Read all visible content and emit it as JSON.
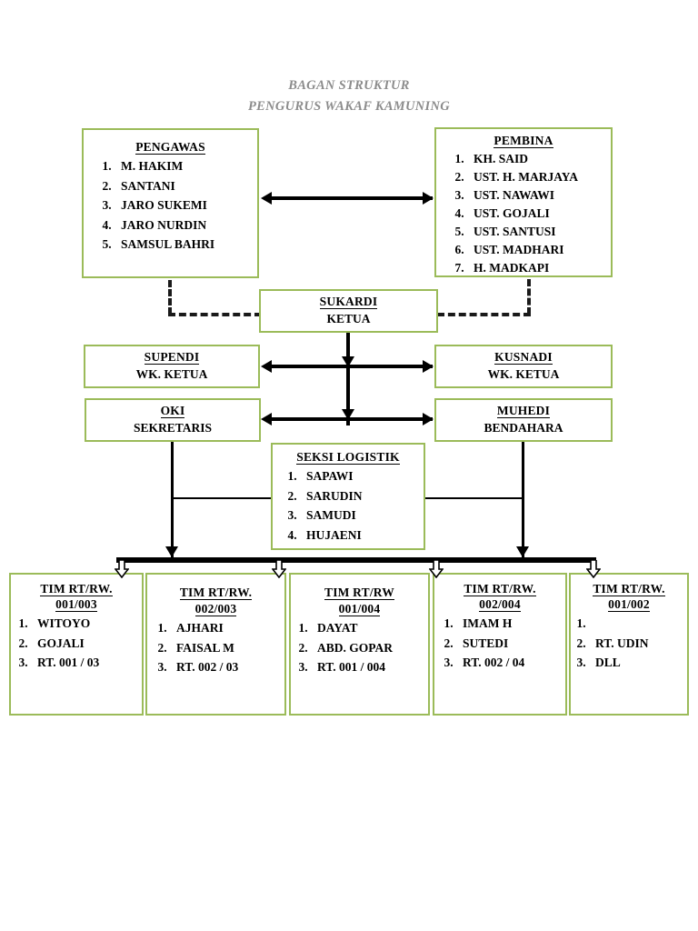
{
  "title": {
    "line1": "BAGAN STRUKTUR",
    "line2": "PENGURUS WAKAF KAMUNING"
  },
  "colors": {
    "box_border": "#9BBB59",
    "title_text": "#8C8C8C",
    "body_text": "#000000",
    "connector": "#000000"
  },
  "boxes": {
    "pengawas": {
      "heading": "PENGAWAS",
      "members": [
        "M. HAKIM",
        "SANTANI",
        "JARO SUKEMI",
        "JARO NURDIN",
        "SAMSUL BAHRI"
      ]
    },
    "pembina": {
      "heading": "PEMBINA",
      "members": [
        "KH. SAID",
        "UST. H. MARJAYA",
        "UST. NAWAWI",
        "UST. GOJALI",
        "UST. SANTUSI",
        "UST. MADHARI",
        "H. MADKAPI"
      ]
    },
    "ketua": {
      "name": "SUKARDI",
      "role": "KETUA"
    },
    "wk_ketua_left": {
      "name": "SUPENDI",
      "role": "WK. KETUA"
    },
    "wk_ketua_right": {
      "name": "KUSNADI",
      "role": "WK. KETUA"
    },
    "sekretaris": {
      "name": "OKI",
      "role": "SEKRETARIS"
    },
    "bendahara": {
      "name": "MUHEDI",
      "role": "BENDAHARA"
    },
    "seksi_logistik": {
      "heading": "SEKSI LOGISTIK",
      "members": [
        "SAPAWI",
        "SARUDIN",
        "SAMUDI",
        "HUJAENI"
      ]
    }
  },
  "teams": [
    {
      "heading_line1": "TIM RT/RW.",
      "heading_line2": "001/003",
      "members": [
        "WITOYO",
        "GOJALI",
        "RT. 001 / 03"
      ]
    },
    {
      "heading_line1": "TIM RT/RW.",
      "heading_line2": "002/003",
      "members": [
        "AJHARI",
        "FAISAL M",
        "RT. 002 / 03"
      ]
    },
    {
      "heading_line1": "TIM RT/RW",
      "heading_line2": "001/004",
      "members": [
        "DAYAT",
        "ABD. GOPAR",
        "RT. 001 / 004"
      ]
    },
    {
      "heading_line1": "TIM RT/RW.",
      "heading_line2": "002/004",
      "members": [
        "IMAM H",
        "SUTEDI",
        "RT. 002 / 04"
      ]
    },
    {
      "heading_line1": "TIM RT/RW.",
      "heading_line2": "001/002",
      "members": [
        "",
        "RT. UDIN",
        "DLL"
      ]
    }
  ]
}
